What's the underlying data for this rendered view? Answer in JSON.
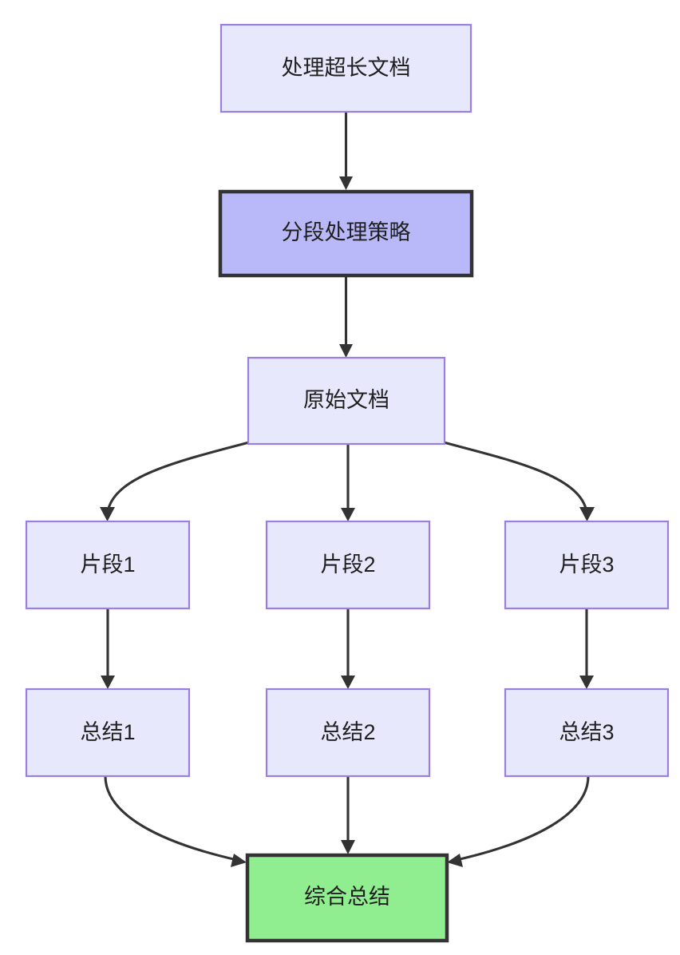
{
  "diagram": {
    "type": "flowchart",
    "direction": "top-to-bottom",
    "background_color": "#ffffff",
    "nodes": [
      {
        "id": "n1",
        "label": "处理超长文档",
        "style": "default",
        "fill": "#e8e8fd",
        "stroke": "#9b7fe0"
      },
      {
        "id": "n2",
        "label": "分段处理策略",
        "style": "emphasis",
        "fill": "#b9b9f9",
        "stroke": "#333333"
      },
      {
        "id": "n3",
        "label": "原始文档",
        "style": "default",
        "fill": "#e8e8fd",
        "stroke": "#9b7fe0"
      },
      {
        "id": "n4",
        "label": "片段1",
        "style": "default",
        "fill": "#e8e8fd",
        "stroke": "#9b7fe0"
      },
      {
        "id": "n5",
        "label": "片段2",
        "style": "default",
        "fill": "#e8e8fd",
        "stroke": "#9b7fe0"
      },
      {
        "id": "n6",
        "label": "片段3",
        "style": "default",
        "fill": "#e8e8fd",
        "stroke": "#9b7fe0"
      },
      {
        "id": "n7",
        "label": "总结1",
        "style": "default",
        "fill": "#e8e8fd",
        "stroke": "#9b7fe0"
      },
      {
        "id": "n8",
        "label": "总结2",
        "style": "default",
        "fill": "#e8e8fd",
        "stroke": "#9b7fe0"
      },
      {
        "id": "n9",
        "label": "总结3",
        "style": "default",
        "fill": "#e8e8fd",
        "stroke": "#9b7fe0"
      },
      {
        "id": "n10",
        "label": "综合总结",
        "style": "result",
        "fill": "#90ee90",
        "stroke": "#333333"
      }
    ],
    "edges": [
      {
        "from": "n1",
        "to": "n2",
        "shape": "straight"
      },
      {
        "from": "n2",
        "to": "n3",
        "shape": "straight"
      },
      {
        "from": "n3",
        "to": "n4",
        "shape": "curved"
      },
      {
        "from": "n3",
        "to": "n5",
        "shape": "straight"
      },
      {
        "from": "n3",
        "to": "n6",
        "shape": "curved"
      },
      {
        "from": "n4",
        "to": "n7",
        "shape": "straight"
      },
      {
        "from": "n5",
        "to": "n8",
        "shape": "straight"
      },
      {
        "from": "n6",
        "to": "n9",
        "shape": "straight"
      },
      {
        "from": "n7",
        "to": "n10",
        "shape": "curved"
      },
      {
        "from": "n8",
        "to": "n10",
        "shape": "straight"
      },
      {
        "from": "n9",
        "to": "n10",
        "shape": "curved"
      }
    ],
    "edge_color": "#333333"
  }
}
